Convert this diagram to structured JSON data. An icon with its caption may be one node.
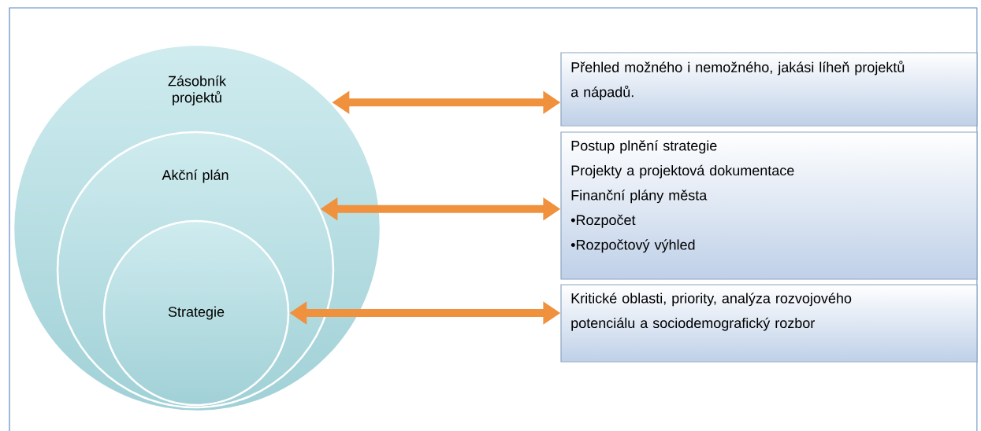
{
  "diagram": {
    "nodes": [
      {
        "text": [
          "Zásobník projektů"
        ]
      },
      {
        "text": [
          "Akční plán"
        ],
        "in": 0
      },
      {
        "text": [
          "Strategie"
        ],
        "in": 1
      },
      {
        "text": [
          "Přehled možného i nemožného, jakási líheň projektů a nápadů."
        ]
      },
      {
        "text": [
          "Postup plnění strategie",
          "Projekty a projektová dokumentace",
          "Finanční plány města",
          "•Rozpočet",
          "•Rozpočtový výhled"
        ]
      },
      {
        "text": [
          "Kritické oblasti, priority, analýza rozvojového potenciálu a sociodemografický rozbor"
        ]
      }
    ],
    "edges": [
      {
        "from": 0,
        "to": 3,
        "arrow": "both"
      },
      {
        "from": 1,
        "to": 4,
        "arrow": "both"
      },
      {
        "from": 2,
        "to": 5,
        "arrow": "both"
      }
    ]
  }
}
